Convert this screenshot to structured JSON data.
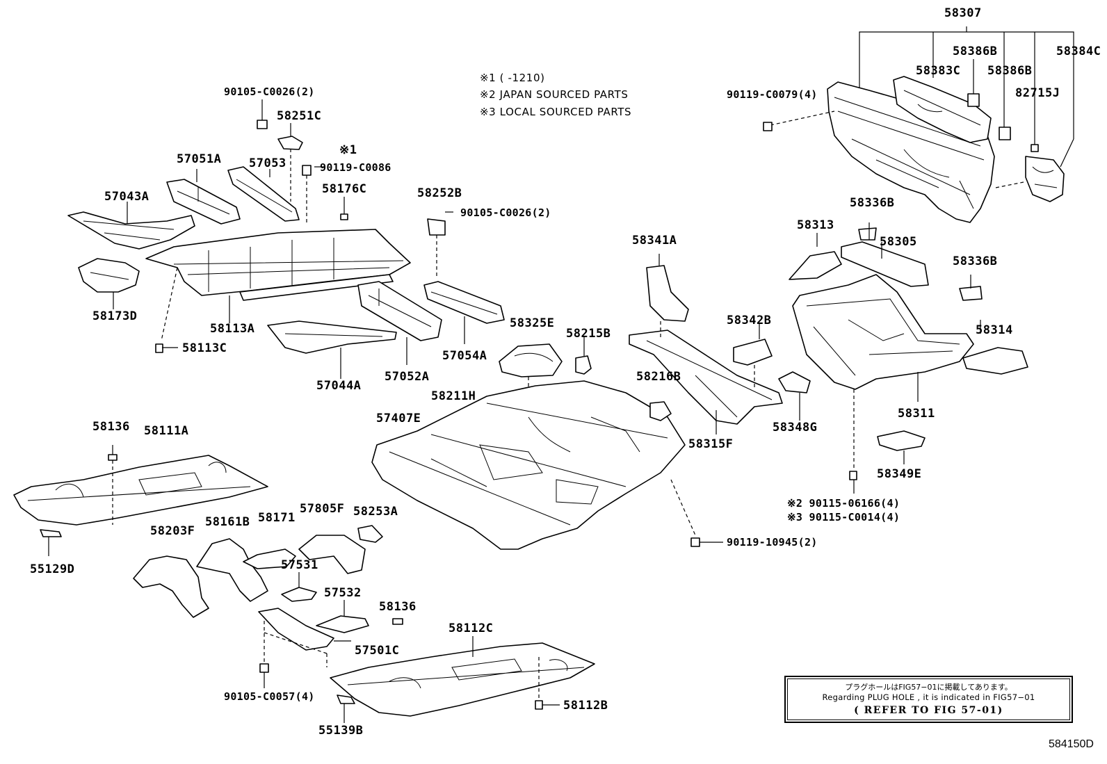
{
  "notes": {
    "n1": "※1 (      -1210)",
    "n2": "※2 JAPAN SOURCED PARTS",
    "n3": "※3 LOCAL SOURCED PARTS"
  },
  "parts": {
    "p58307": "58307",
    "p58386B_1": "58386B",
    "p58384C": "58384C",
    "p58383C": "58383C",
    "p58386B_2": "58386B",
    "p82715J": "82715J",
    "p90119C0079": "90119-C0079(4)",
    "p90105C0026_top": "90105-C0026(2)",
    "p58251C": "58251C",
    "x1_mark": "※1",
    "p90119C0086": "90119-C0086",
    "p57051A": "57051A",
    "p57053": "57053",
    "p58176C": "58176C",
    "p57043A": "57043A",
    "p58252B": "58252B",
    "p90105C0026_mid": "90105-C0026(2)",
    "p58173D": "58173D",
    "p58113A": "58113A",
    "p58113C": "58113C",
    "p57044A": "57044A",
    "p57052A": "57052A",
    "p57054A": "57054A",
    "p58325E": "58325E",
    "p58215B": "58215B",
    "p58341A": "58341A",
    "p58342B": "58342B",
    "p58216B": "58216B",
    "p58315F": "58315F",
    "p58348G": "58348G",
    "p58313": "58313",
    "p58336B_1": "58336B",
    "p58305": "58305",
    "p58336B_2": "58336B",
    "p58314": "58314",
    "p58311": "58311",
    "p58349E": "58349E",
    "p90115_06166": "※2 90115-06166(4)",
    "p90115_C0014": "※3 90115-C0014(4)",
    "p90119_10945": "90119-10945(2)",
    "p58211H": "58211H",
    "p57407E": "57407E",
    "p58136_1": "58136",
    "p58111A": "58111A",
    "p55129D": "55129D",
    "p58203F": "58203F",
    "p58161B": "58161B",
    "p58171": "58171",
    "p57805F": "57805F",
    "p58253A": "58253A",
    "p57531": "57531",
    "p57532": "57532",
    "p58136_2": "58136",
    "p58112C": "58112C",
    "p57501C": "57501C",
    "p90105C0057": "90105-C0057(4)",
    "p58112B": "58112B",
    "p55139B": "55139B"
  },
  "refer": {
    "jp": "プラグホールはFIG57−01に掲載してあります。",
    "en": "Regarding PLUG HOLE , it is indicated in FIG57−01",
    "ref": "( REFER TO FIG 57-01)"
  },
  "figure_code": "584150D"
}
